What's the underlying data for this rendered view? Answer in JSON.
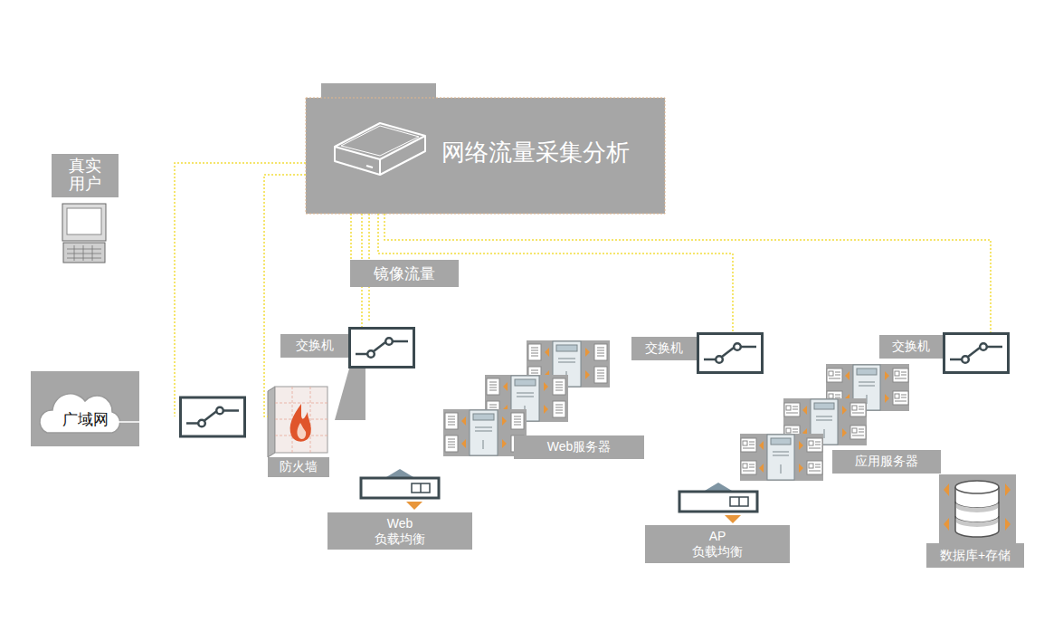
{
  "diagram": {
    "nodes": [
      {
        "text": [
          "网络流量采集分析"
        ]
      },
      {
        "text": [
          "真实用户"
        ]
      },
      {
        "text": [
          "广域网"
        ]
      },
      {
        "text": [
          "交换机"
        ]
      },
      {
        "text": [
          "防火墙"
        ]
      },
      {
        "text": [
          "Web服务器"
        ]
      },
      {
        "text": [
          "Web 负载均衡"
        ]
      },
      {
        "text": [
          "交换机"
        ]
      },
      {
        "text": [
          "应用服务器"
        ]
      },
      {
        "text": [
          "AP 负载均衡"
        ]
      },
      {
        "text": [
          "交换机"
        ]
      },
      {
        "text": [
          "数据库+存储"
        ]
      }
    ],
    "edges": [
      {
        "from": 0,
        "to": 3,
        "arrow": "none"
      },
      {
        "from": 0,
        "to": 4,
        "arrow": "none"
      },
      {
        "from": 0,
        "to": 7,
        "arrow": "none"
      },
      {
        "from": 0,
        "to": 10,
        "arrow": "none"
      }
    ],
    "labels": [
      "镜像流量"
    ]
  }
}
